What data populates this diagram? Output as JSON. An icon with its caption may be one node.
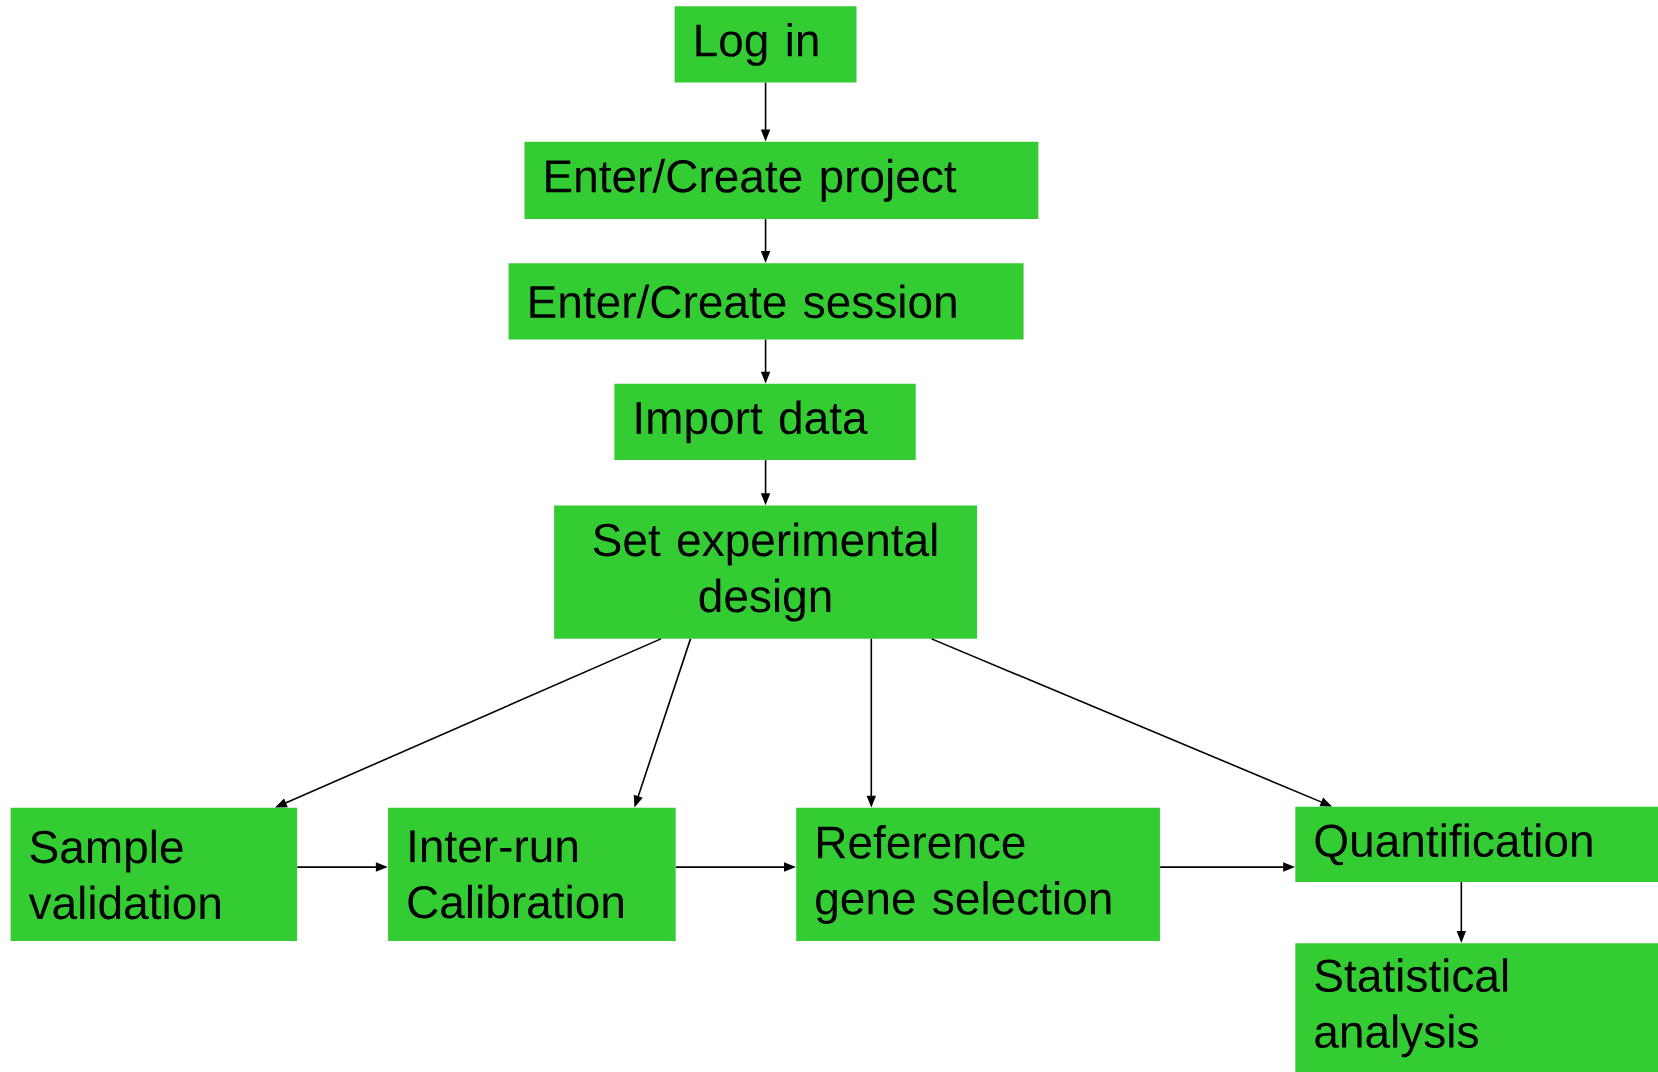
{
  "diagram": {
    "nodes": [
      {
        "text": [
          "Log in"
        ]
      },
      {
        "text": [
          "Enter/Create project"
        ]
      },
      {
        "text": [
          "Enter/Create session"
        ]
      },
      {
        "text": [
          "Import data"
        ]
      },
      {
        "text": [
          "Set experimental design"
        ]
      },
      {
        "text": [
          "Sample validation"
        ]
      },
      {
        "text": [
          "Inter-run Calibration"
        ]
      },
      {
        "text": [
          "Reference gene selection"
        ]
      },
      {
        "text": [
          "Quantification"
        ]
      },
      {
        "text": [
          "Statistical analysis"
        ]
      }
    ],
    "edges": [
      {
        "from": 0,
        "to": 1,
        "arrow": "to"
      },
      {
        "from": 1,
        "to": 2,
        "arrow": "to"
      },
      {
        "from": 2,
        "to": 3,
        "arrow": "to"
      },
      {
        "from": 3,
        "to": 4,
        "arrow": "to"
      },
      {
        "from": 4,
        "to": 5,
        "arrow": "to"
      },
      {
        "from": 4,
        "to": 6,
        "arrow": "to"
      },
      {
        "from": 4,
        "to": 7,
        "arrow": "to"
      },
      {
        "from": 4,
        "to": 8,
        "arrow": "to"
      },
      {
        "from": 5,
        "to": 6,
        "arrow": "to"
      },
      {
        "from": 6,
        "to": 7,
        "arrow": "to"
      },
      {
        "from": 7,
        "to": 8,
        "arrow": "to"
      },
      {
        "from": 8,
        "to": 9,
        "arrow": "to"
      }
    ]
  }
}
